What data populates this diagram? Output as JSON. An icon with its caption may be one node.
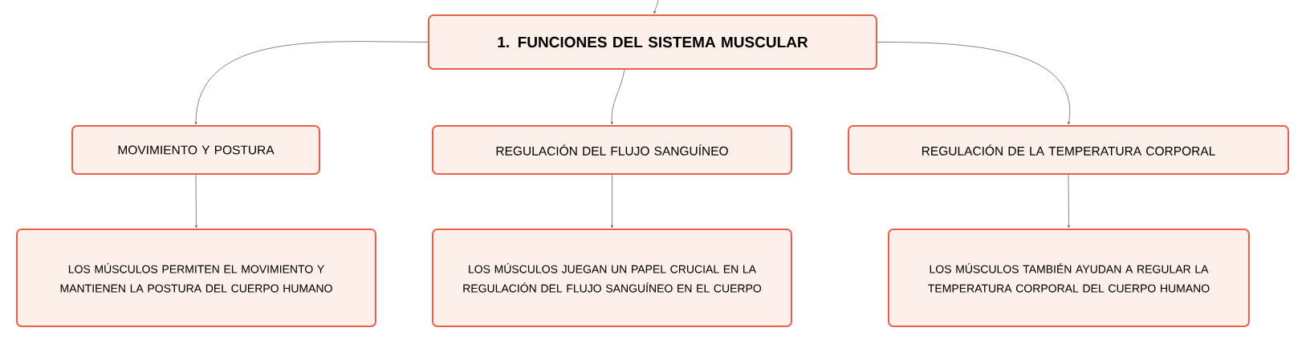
{
  "diagram": {
    "nodes": [
      {
        "text": [
          "1. FUNCIONES DEL SISTEMA MUSCULAR"
        ]
      },
      {
        "text": [
          "MOVIMIENTO Y POSTURA"
        ]
      },
      {
        "text": [
          "REGULACIÓN DEL FLUJO SANGUÍNEO"
        ]
      },
      {
        "text": [
          "REGULACIÓN DE LA TEMPERATURA CORPORAL"
        ]
      },
      {
        "text": [
          "LOS MÚSCULOS PERMITEN EL MOVIMIENTO Y MANTIENEN LA POSTURA DEL CUERPO HUMANO"
        ]
      },
      {
        "text": [
          "LOS MÚSCULOS JUEGAN UN PAPEL CRUCIAL EN LA REGULACIÓN DEL FLUJO SANGUÍNEO EN EL CUERPO"
        ]
      },
      {
        "text": [
          "LOS MÚSCULOS TAMBIÉN AYUDAN A REGULAR LA TEMPERATURA CORPORAL DEL CUERPO HUMANO"
        ]
      }
    ],
    "edges": [
      {
        "from": null,
        "to": 0,
        "arrow": "to"
      },
      {
        "from": 0,
        "to": 1,
        "arrow": "to"
      },
      {
        "from": 0,
        "to": 2,
        "arrow": "to"
      },
      {
        "from": 0,
        "to": 3,
        "arrow": "to"
      },
      {
        "from": 1,
        "to": 4,
        "arrow": "to"
      },
      {
        "from": 2,
        "to": 5,
        "arrow": "to"
      },
      {
        "from": 3,
        "to": 6,
        "arrow": "to"
      }
    ]
  }
}
